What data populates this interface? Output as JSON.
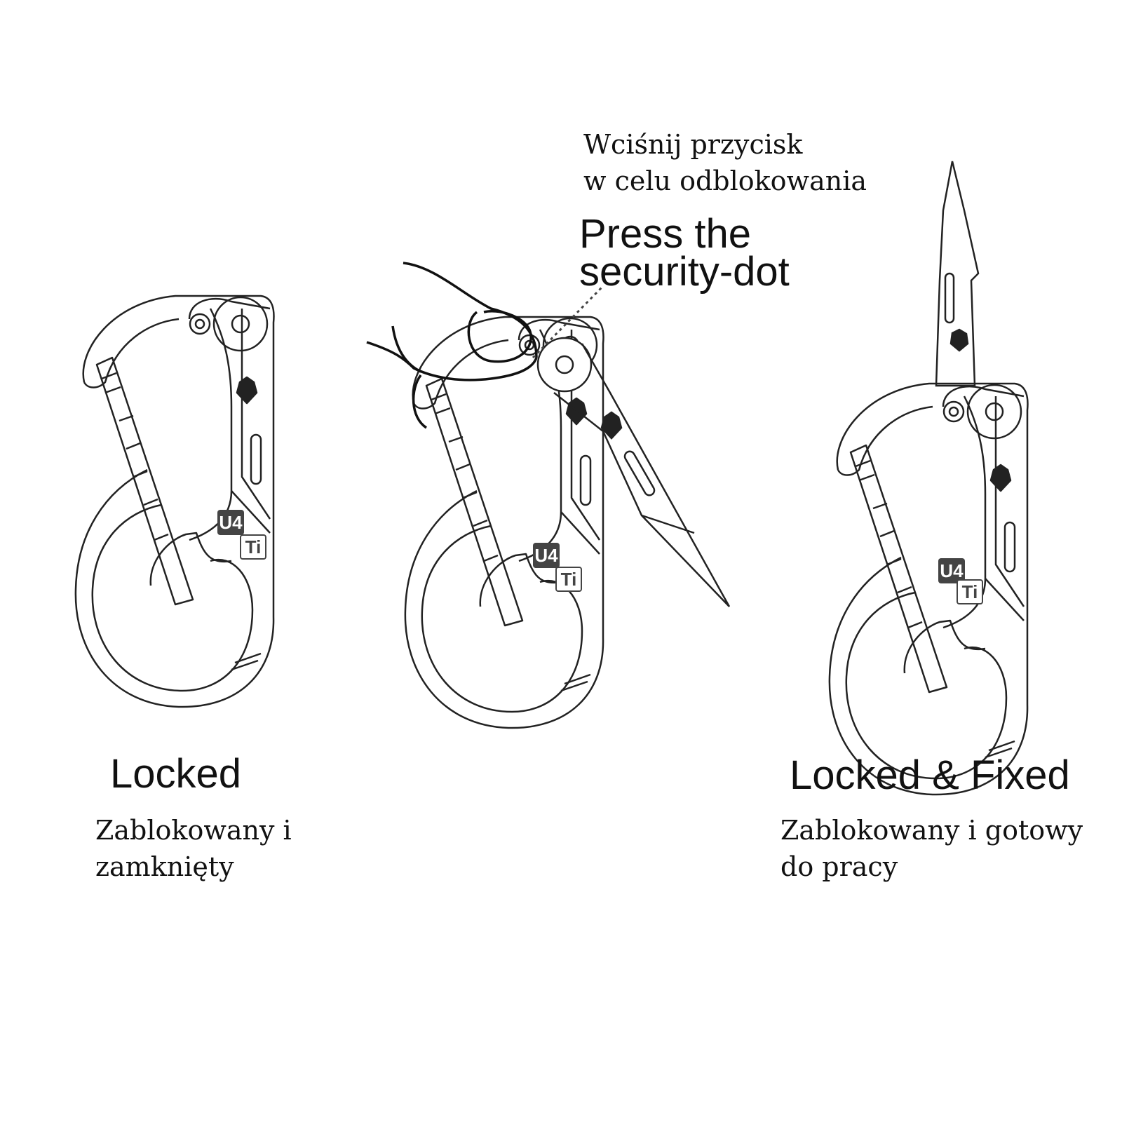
{
  "instruction": {
    "polish_line1": "Wciśnij przycisk",
    "polish_line2": "w celu odblokowania",
    "english_line1": "Press the",
    "english_line2": "security-dot"
  },
  "states": [
    {
      "title": "Locked",
      "polish_line1": "Zablokowany i",
      "polish_line2": "zamknięty"
    },
    {
      "title": "Locked & Fixed",
      "polish_line1": "Zablokowany i gotowy",
      "polish_line2": "do pracy"
    }
  ],
  "badges": {
    "model": "U4",
    "material": "Ti"
  },
  "colors": {
    "line": "#222222",
    "badge_dark": "#444444"
  }
}
